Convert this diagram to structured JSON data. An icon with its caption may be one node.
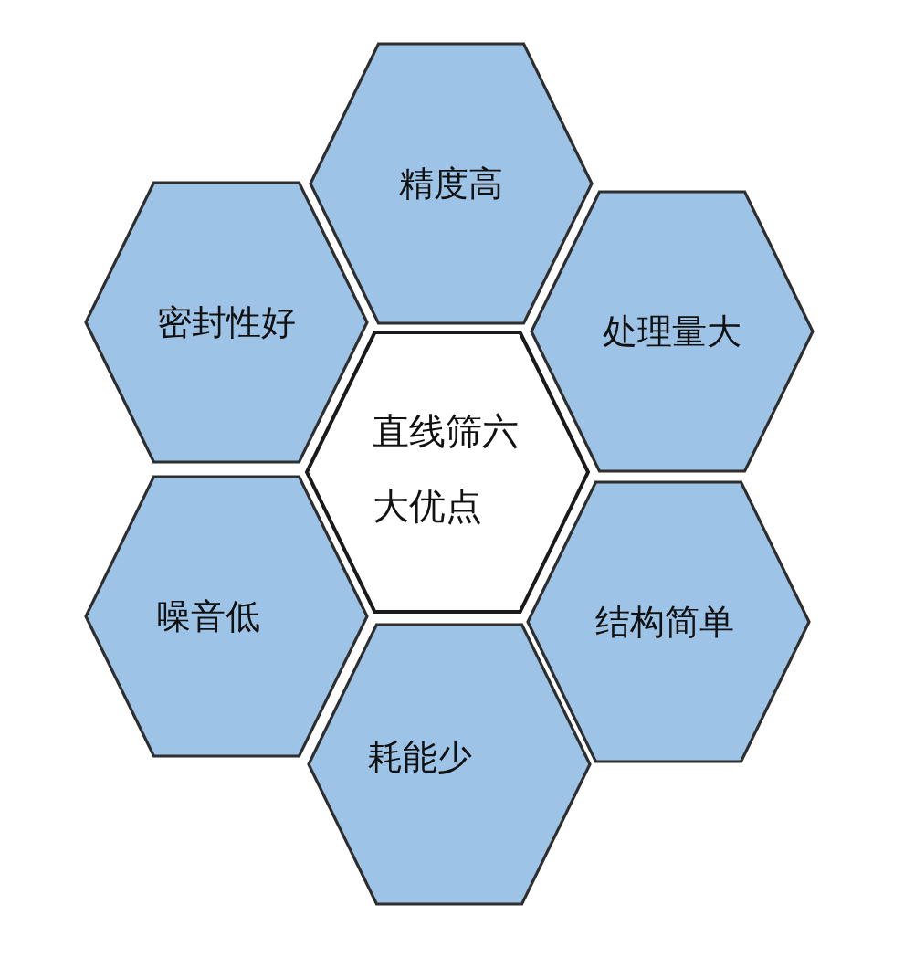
{
  "diagram": {
    "nodes": [
      {
        "text": [
          "精度高"
        ]
      },
      {
        "text": [
          "密封性好"
        ]
      },
      {
        "text": [
          "处理量大"
        ]
      },
      {
        "text": [
          "直线筛六大优点"
        ]
      },
      {
        "text": [
          "噪音低"
        ]
      },
      {
        "text": [
          "结构简单"
        ]
      },
      {
        "text": [
          "耗能少"
        ]
      }
    ]
  }
}
